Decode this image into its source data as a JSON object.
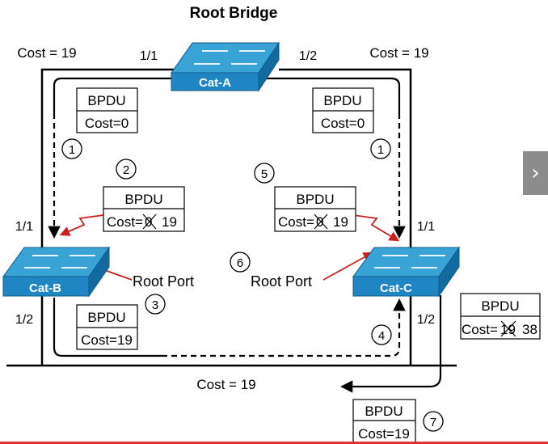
{
  "title": "Root Bridge",
  "switches": {
    "a": "Cat-A",
    "b": "Cat-B",
    "c": "Cat-C"
  },
  "costs": {
    "top_left": "Cost = 19",
    "top_right": "Cost = 19",
    "bottom": "Cost = 19"
  },
  "ports": {
    "a_left": "1/1",
    "a_right": "1/2",
    "b_top": "1/1",
    "b_bottom": "1/2",
    "c_top": "1/1",
    "c_bottom": "1/2"
  },
  "bpdu": {
    "label": "BPDU",
    "b1_cost": "Cost=0",
    "b2_cost": "Cost=0",
    "b3_prefix": "Cost=",
    "b3_old": "0",
    "b3_new": "19",
    "b4_prefix": "Cost=",
    "b4_old": "0",
    "b4_new": "19",
    "b5_cost": "Cost=19",
    "b6_prefix": "Cost=",
    "b6_old": "19",
    "b6_new": "38",
    "b7_cost": "Cost=19"
  },
  "root_port_label": "Root Port",
  "steps": [
    "1",
    "1",
    "2",
    "3",
    "4",
    "5",
    "6",
    "7"
  ],
  "colors": {
    "switch_top": "#3aa3d6",
    "switch_front": "#1f86c3",
    "switch_side": "#136a9e",
    "red_arrow": "#cc1f1f",
    "accent_line": "#e0303a"
  },
  "nav_icon": "chevron-right-icon",
  "nav_glyph": "›"
}
